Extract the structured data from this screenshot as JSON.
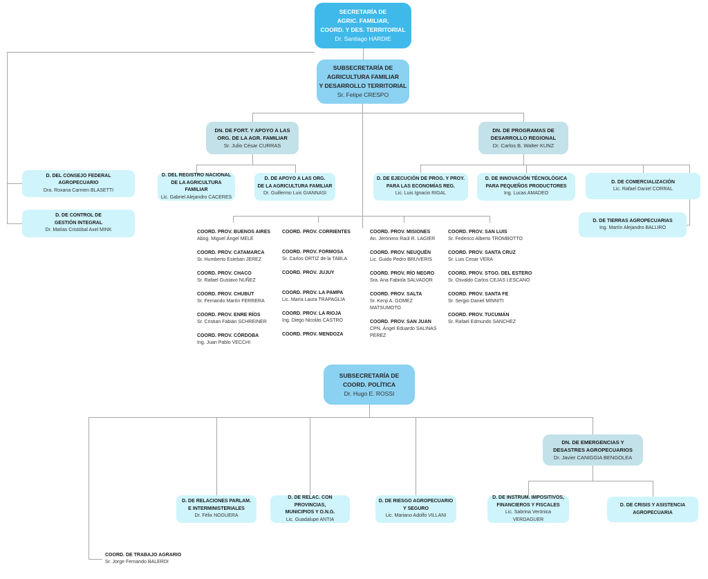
{
  "palette": {
    "level1_fill": "#3fb9ea",
    "level2_fill": "#8bd1f1",
    "direction_fill": "#c2e1e8",
    "department_fill": "#cff4fb",
    "connector": "#a6a6a6"
  },
  "nodes": {
    "secretaria": {
      "title": "SECRETARÍA DE\nAGRIC. FAMILIAR,\nCOORD. Y DES. TERRITORIAL",
      "name": "Dr. Santiago HARDIE"
    },
    "subsec_agricultura": {
      "title": "SUBSECRETARÍA DE\nAGRICULTURA FAMILIAR\nY DESARROLLO TERRITORIAL",
      "name": "Sr. Felipe CRESPO"
    },
    "dn_fortalecimiento": {
      "title": "DN. DE FORT. Y APOYO A LAS\nORG. DE LA AGR. FAMILIAR",
      "name": "Sr. Julio César CURRAS"
    },
    "dn_programas": {
      "title": "DN. DE PROGRAMAS DE\nDESARROLLO REGIONAL",
      "name": "Dr. Carlos B. Walter KUNZ"
    },
    "consejo_federal": {
      "title": "D. DEL CONSEJO FEDERAL\nAGROPECUARIO",
      "name": "Dra. Roxana Carmen BLASETTI"
    },
    "control_gestion": {
      "title": "D. DE CONTROL DE\nGESTIÓN INTEGRAL",
      "name": "Dr. Matías Cristóbal Axel MINK"
    },
    "registro_nacional": {
      "title": "D. DEL REGISTRO NACIONAL\nDE LA AGRICULTURA FAMILIAR",
      "name": "Lic. Gabriel Alejandro CACERES"
    },
    "apoyo_org": {
      "title": "D. DE APOYO A LAS  ORG.\nDE LA AGRICULTURA FAMILIAR",
      "name": "Dr. Guillermo Luis GIANNASI"
    },
    "ejecucion_prog": {
      "title": "D. DE EJECUCIÓN DE PROG. Y PROY.\nPARA LAS ECONOMÍAS REG.",
      "name": "Lic. Luis Ignacio RIGAL"
    },
    "innovacion": {
      "title": "D. DE INNOVACIÓN TÉCNOLÓGICA\nPARA PEQUEÑOS PRODUCTORES",
      "name": "Ing. Lucas AMADEO"
    },
    "comercializacion": {
      "title": "D. DE COMERCIALIZACIÓN",
      "name": "Lic. Rafael Daniel CORRAL"
    },
    "tierras": {
      "title": "D. DE TIERRAS AGROPECUARIAS",
      "name": "Ing. Martín Alejandro BALLIRO"
    },
    "subsec_politica": {
      "title": "SUBSECRETARÍA DE\nCOORD. POLÍTICA",
      "name": "Dr. Hugo E. ROSSI"
    },
    "dn_emergencias": {
      "title": "DN. DE EMERGENCIAS Y\nDESASTRES AGROPECUARIOS",
      "name": "Dr. Javier CANIGGIA BENGOLEA"
    },
    "relaciones_parlam": {
      "title": "D. DE RELACIONES PARLAM.\nE INTERMINISTERIALES",
      "name": "Dr. Félix NOGUERA"
    },
    "relac_provincias": {
      "title": "D. DE RELAC. CON PROVINCIAS,\nMUNICIPIOS Y O.N.G.",
      "name": "Lic. Guadalupe ANTIA"
    },
    "riesgo": {
      "title": "D. DE RIESGO AGROPECUARIO\nY SEGURO",
      "name": "Lic. Mariano Adolfo VILLANI"
    },
    "instrum": {
      "title": "D. DE INSTRUM. IMPOSITIVOS,\nFINANCIEROS Y FISCALES",
      "name": "Lic. Sabrina Verónica VERDAGUER"
    },
    "crisis": {
      "title": "D. DE CRISIS Y ASISTENCIA\nAGROPECUARIA",
      "name": ""
    },
    "coord_trabajo": {
      "title": "COORD. DE TRABAJO AGRARIO",
      "name": "Sr. Jorge Fernando BALERDI"
    }
  },
  "provinces": {
    "col1": [
      {
        "t": "COORD. PROV. BUENOS AIRES",
        "n": "Abog. Miguel Ángel MELE"
      },
      {
        "t": "COORD. PROV. CATAMARCA",
        "n": "Sr. Humberto Esteban JEREZ"
      },
      {
        "t": "COORD. PROV. CHACO",
        "n": "Sr. Rafael Gustavo NUÑEZ"
      },
      {
        "t": "COORD. PROV. CHUBUT",
        "n": "Sr. Fernando Martín FERRERA"
      },
      {
        "t": "COORD. PROV. ENRE RÍOS",
        "n": "Sr. Cristian Fabián SCHREINER"
      },
      {
        "t": "COORD. PROV. CÓRDOBA",
        "n": "Ing. Juan Pablo VECCHI"
      }
    ],
    "col2": [
      {
        "t": "COORD. PROV. CORRIENTES",
        "n": ""
      },
      {
        "t": "COORD. PROV. FORMOSA",
        "n": "Sr. Carlos ORTIZ de la TABLA"
      },
      {
        "t": "COORD. PROV. JUJUY",
        "n": ""
      },
      {
        "t": "COORD. PROV. LA PAMPA",
        "n": "Lic. María Laura TRAPAGLIA"
      },
      {
        "t": "COORD. PROV. LA RIOJA",
        "n": "Ing. Diego Nicolás CASTRO"
      },
      {
        "t": "COORD. PROV. MENDOZA",
        "n": ""
      }
    ],
    "col3": [
      {
        "t": "COORD. PROV. MISIONES",
        "n": "An. Jerónimo Raúl R. LAGIER"
      },
      {
        "t": "COORD. PROV. NEUQUÉN",
        "n": "Lic. Guido Pedro BRUVERIS"
      },
      {
        "t": "COORD. PROV. RÍO NEGRO",
        "n": "Sra. Ana Fabiola  SALVADOR"
      },
      {
        "t": "COORD. PROV. SALTA",
        "n": "Sr. Kenji A. GOMEZ\nMATSUMOTO"
      },
      {
        "t": "COORD. PROV. SAN JUAN",
        "n": "CPN. Ángel Eduardo SALINAS\nPEREZ"
      }
    ],
    "col4": [
      {
        "t": "COORD. PROV. SAN LUIS",
        "n": "Sr. Federico Alberto TROMBOTTO"
      },
      {
        "t": "COORD. PROV. SANTA CRUZ",
        "n": "Sr. Luis Cesar VERA"
      },
      {
        "t": "COORD. PROV. STGO. DEL ESTERO",
        "n": "Sr. Osvaldo Carlos CEJAS LESCANO"
      },
      {
        "t": "COORD. PROV. SANTA FE",
        "n": "Sr. Sergio Daniel MINNITI"
      },
      {
        "t": "COORD. PROV. TUCUMÁN",
        "n": "Sr. Rafael Edmundo SANCHEZ"
      }
    ]
  }
}
